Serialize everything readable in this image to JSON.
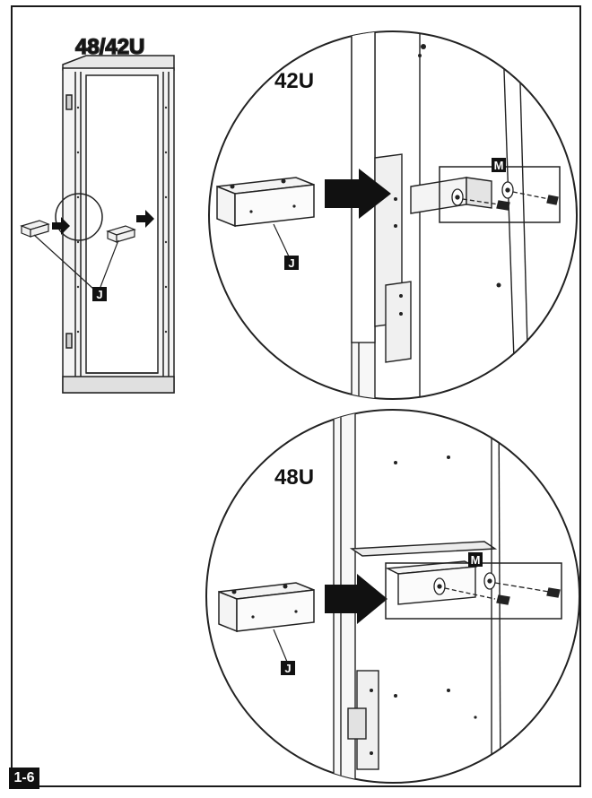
{
  "figure": {
    "step": "1-6",
    "overview_title": "48/42U",
    "inset_42u_title": "42U",
    "inset_48u_title": "48U",
    "part_j": "J",
    "part_m": "M"
  }
}
